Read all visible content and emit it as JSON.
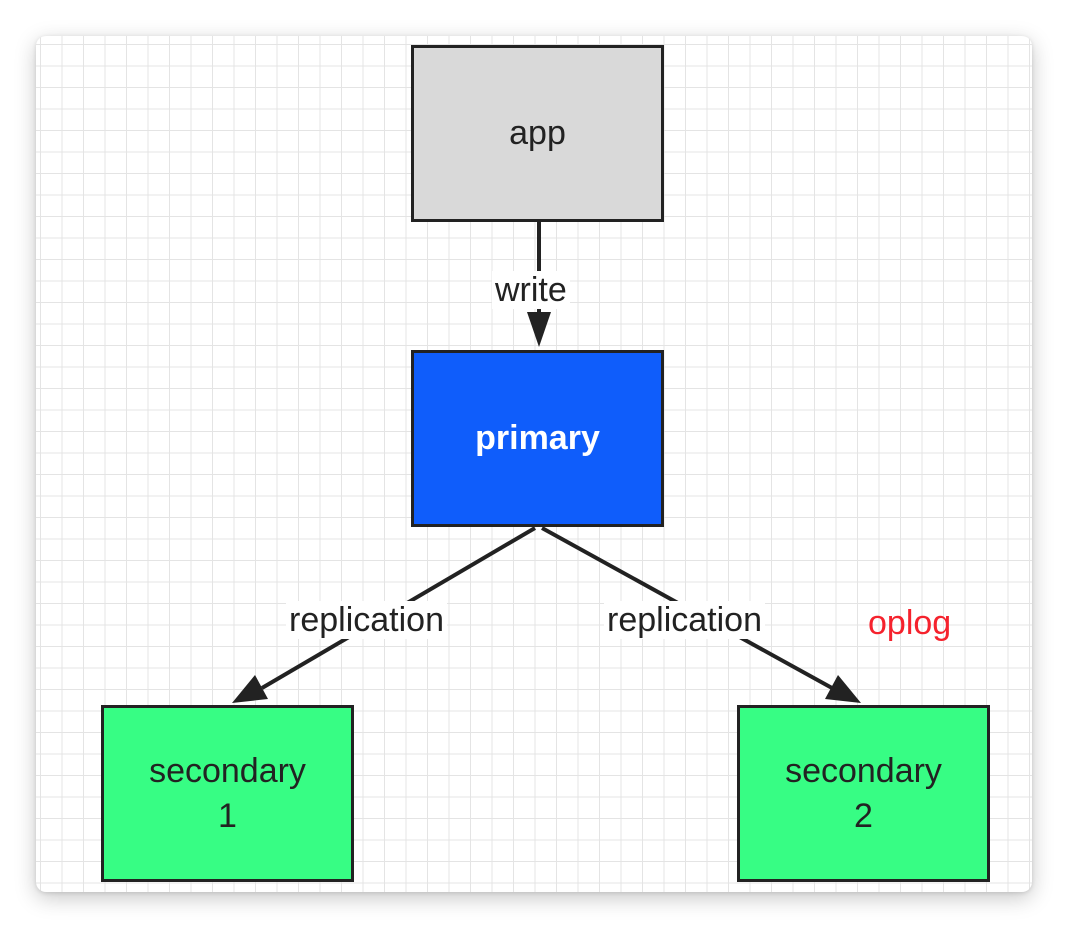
{
  "colors": {
    "app_fill": "#d9d9d9",
    "primary_fill": "#0f5dfb",
    "secondary_fill": "#37fd84",
    "edge": "#222222",
    "annotation": "#f5222d"
  },
  "nodes": {
    "app": {
      "label": "app"
    },
    "primary": {
      "label": "primary"
    },
    "secondary_1": {
      "label": "secondary\n1"
    },
    "secondary_2": {
      "label": "secondary\n2"
    }
  },
  "edges": {
    "write": {
      "label": "write"
    },
    "replication_1": {
      "label": "replication"
    },
    "replication_2": {
      "label": "replication"
    }
  },
  "annotation": {
    "text": "oplog"
  }
}
